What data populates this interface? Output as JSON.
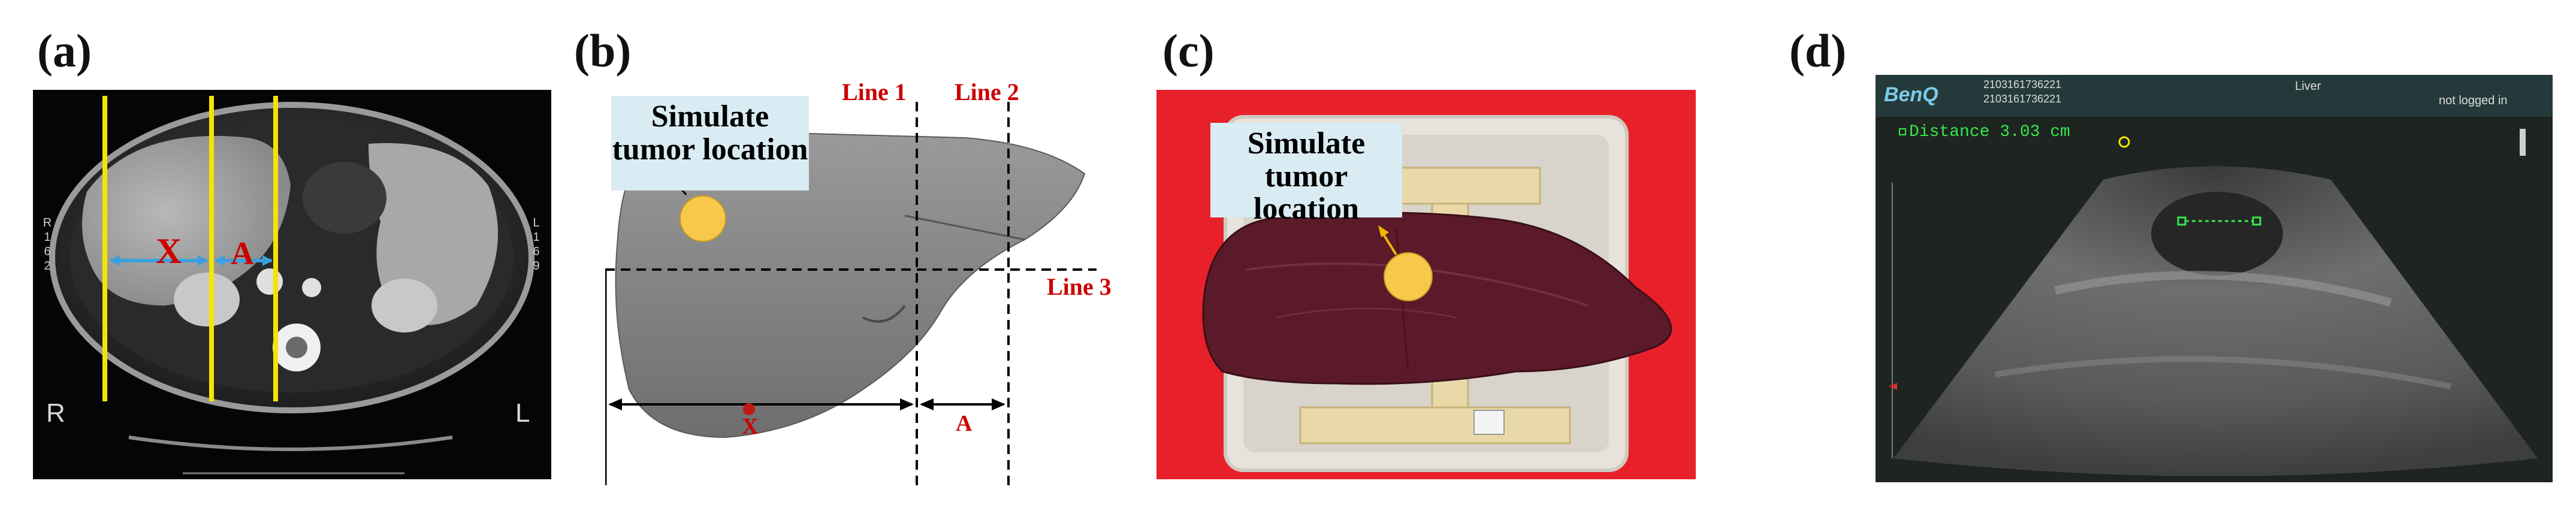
{
  "panels": {
    "a": {
      "label": "(a)",
      "region_x": "X",
      "region_a": "A",
      "orient_left": "R",
      "orient_right": "L",
      "side_left": [
        "R",
        "1",
        "6",
        "2"
      ],
      "side_right": [
        "L",
        "1",
        "6",
        "9"
      ]
    },
    "b": {
      "label": "(b)",
      "callout": [
        "Simulate",
        "tumor location"
      ],
      "line1": "Line 1",
      "line2": "Line 2",
      "line3": "Line 3",
      "dim_x": "X",
      "dim_a": "A"
    },
    "c": {
      "label": "(c)",
      "callout": [
        "Simulate",
        "tumor location"
      ]
    },
    "d": {
      "label": "(d)",
      "brand": "BenQ",
      "id_line1": "2103161736221",
      "id_line2": "2103161736221",
      "exam": "Liver",
      "login_status": "not logged in",
      "measurement": "Distance 3.03 cm"
    }
  },
  "colors": {
    "ct_marker_line": "#f2e600",
    "arrow_blue": "#3aa0e0",
    "label_red": "#cc0000",
    "tumor_yellow": "#f7c84a",
    "callout_bg": "#d9ebf3",
    "phantom_red": "#e8202a",
    "liver_purple": "#5a1a2a",
    "us_measure_green": "#35e84a"
  }
}
